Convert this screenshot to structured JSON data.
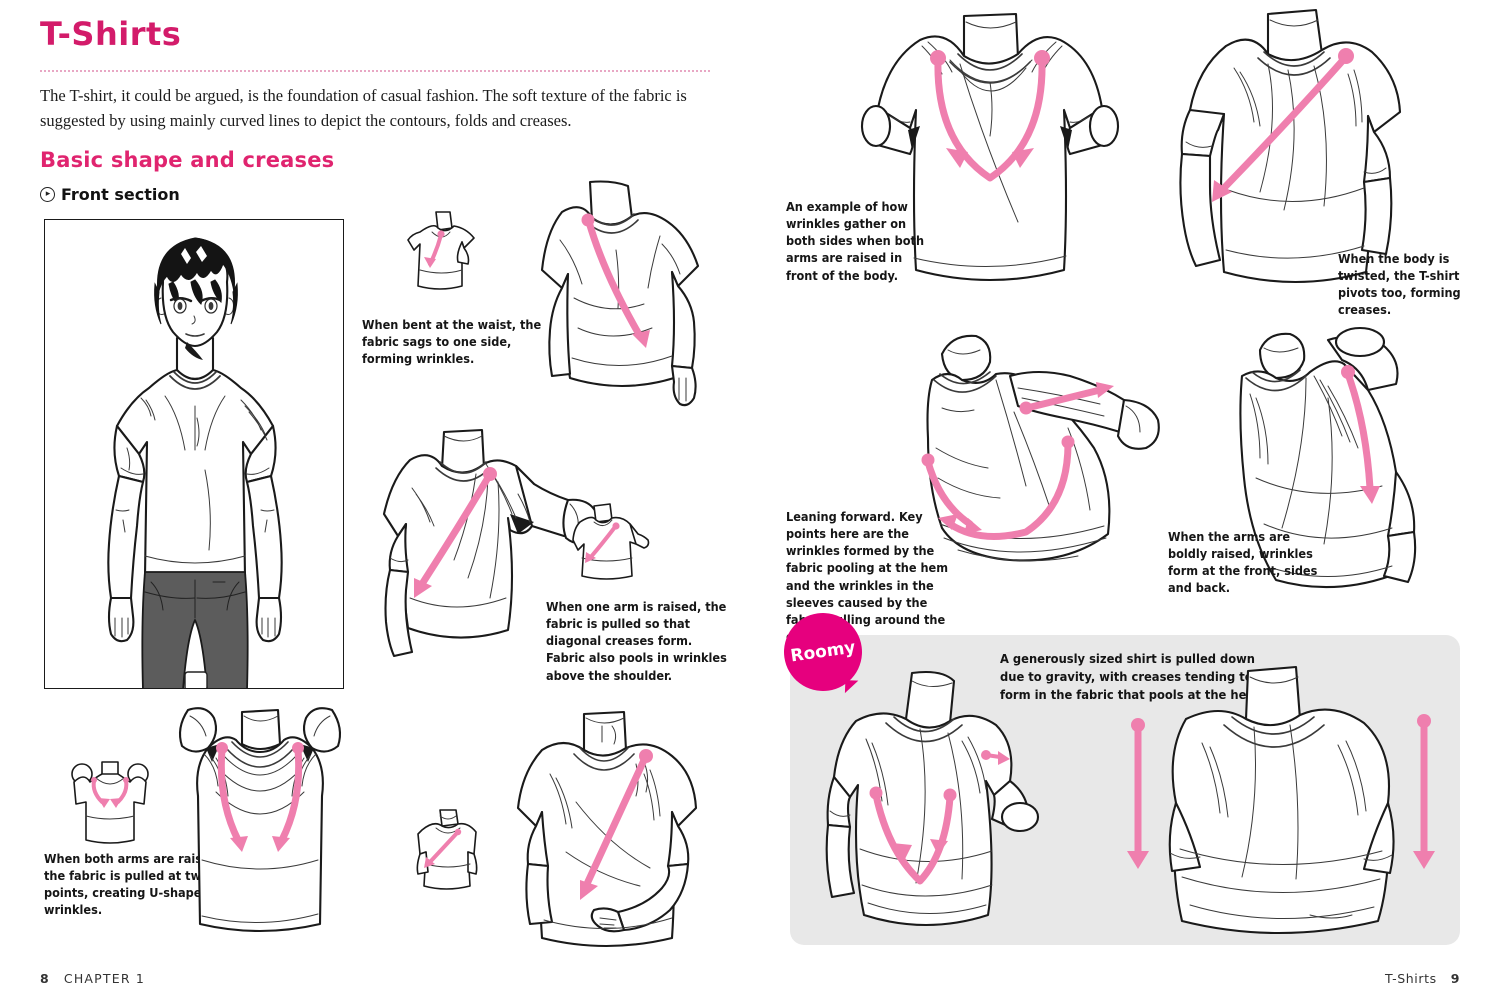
{
  "book": {
    "chapter_title": "T-Shirts",
    "intro_paragraph": "The T-shirt, it could be argued, is the foundation of casual fashion. The soft texture of the fabric is suggested by using mainly curved lines to depict the contours, folds and creases.",
    "section_heading": "Basic shape and creases",
    "subsection_label": "Front section",
    "subsection_icon": "chevron-right-circle-icon"
  },
  "footer": {
    "left_page_number": "8",
    "left_label": "CHAPTER 1",
    "right_label": "T-Shirts",
    "right_page_number": "9"
  },
  "colors": {
    "accent_pink": "#d31b6a",
    "heading_pink": "#e0246f",
    "arrow_pink": "#ef7fae",
    "badge_pink": "#e6007e",
    "panel_gray": "#e8e8e8",
    "ink": "#1a1a1a"
  },
  "figures": {
    "hero": {
      "name": "full-figure-reference",
      "alt": "Front view line drawing of a young man with dark hair wearing a plain white T-shirt and grey jeans"
    },
    "bent_waist": {
      "caption": "When bent at the waist, the fabric sags to one side, forming wrinkles.",
      "thumb_alt": "Small schematic of torso bent at waist with pink arrow",
      "large_alt": "Torso bent at waist, T-shirt with long diagonal pink arrow sweeping down"
    },
    "one_arm_raised": {
      "caption": "When one arm is raised, the fabric is pulled so that diagonal creases form. Fabric also pools in wrinkles above the shoulder.",
      "large_alt": "Mannequin torso with one arm raised, long diagonal pink arrow from shoulder to opposite hem",
      "thumb_alt": "Small schematic of one arm raised with pink arrow"
    },
    "both_arms_raised": {
      "caption": "When both arms are raised, the fabric is pulled at two points, creating U-shaped wrinkles.",
      "thumb_alt": "Small schematic of both arms raised with two pink arrows",
      "large_alt": "Mannequin with both arms raised overhead, two pink arrows curving down to form a U"
    },
    "reaching_across": {
      "thumb_alt": "Small back schematic with a pink diagonal arrow",
      "large_alt": "Torso with arm reaching across the body, pink diagonal arrow from shoulder to waist"
    },
    "arms_front_raised": {
      "caption": "An example of how wrinkles gather on both sides when both arms are raised in front of the body.",
      "alt": "Front view T-shirt with both arms forward, pink U-shaped arrow across the chest"
    },
    "twisted_body": {
      "caption": "When the body is twisted, the T-shirt pivots too, forming creases.",
      "alt": "Twisted torso with long diagonal pink arrow across the shirt"
    },
    "leaning_forward": {
      "caption": "Leaning forward. Key points here are the wrinkles formed by the fabric pooling at the hem and the wrinkles in the sleeves caused by the fabric pulling around the chest.",
      "alt": "Torso leaning forward with one arm extended, pink arrows along the sleeve and hem"
    },
    "arms_boldly_raised": {
      "caption": "When the arms are boldly raised, wrinkles form at the front, sides and back.",
      "alt": "Torso with arm raised high, pink arrow down the side of the shirt"
    },
    "roomy": {
      "badge_label": "Roomy",
      "caption": "A generously sized shirt is pulled down due to gravity, with creases tending to form in the fabric that pools at the hem.",
      "left_alt": "Oversized T-shirt on a twisted torso with a pink V-shaped arrow across the chest",
      "right_alt": "Oversized T-shirt front view with two long straight pink arrows pointing down"
    }
  }
}
